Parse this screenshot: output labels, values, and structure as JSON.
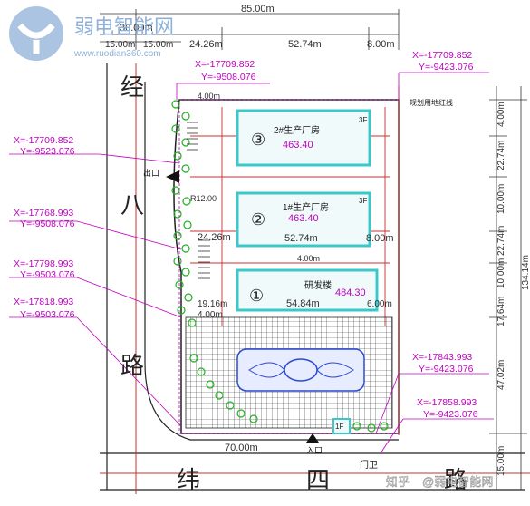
{
  "watermark": {
    "brand": "弱电智能网",
    "url": "www.ruodian360.com",
    "footer_platform": "知乎",
    "footer_author": "@弱电智能网"
  },
  "dimensions": {
    "top_total": "85.00m",
    "top_left_road": "30.00m",
    "top_left_a": "15.00m",
    "top_left_b": "15.00m",
    "top_a": "24.26m",
    "top_b": "52.74m",
    "top_c": "8.00m",
    "gap_4m_top": "4.00m",
    "b2_left": "24.26m",
    "b2_width": "52.74m",
    "b2_right": "8.00m",
    "gap_4m_mid": "4.00m",
    "b1_left": "19.16m",
    "b1_left2": "4.00m",
    "b1_width": "54.84m",
    "b1_right": "6.00m",
    "bottom_width": "70.00m",
    "right_total": "134.14m",
    "right_a": "4.00m",
    "right_b": "22.74m",
    "right_c": "10.00m",
    "right_d": "22.74m",
    "right_e": "10.00m",
    "right_f": "17.64m",
    "right_g": "47.02m",
    "right_h": "15.00m",
    "radius": "R12.00"
  },
  "coordinates": [
    {
      "x": "X=-17709.852",
      "y": "Y=-9508.076"
    },
    {
      "x": "X=-17709.852",
      "y": "Y=-9423.076"
    },
    {
      "x": "X=-17709.852",
      "y": "Y=-9523.076"
    },
    {
      "x": "X=-17768.993",
      "y": "Y=-9508.076"
    },
    {
      "x": "X=-17798.993",
      "y": "Y=-9503.076"
    },
    {
      "x": "X=-17818.993",
      "y": "Y=-9503.076"
    },
    {
      "x": "X=-17843.993",
      "y": "Y=-9423.076"
    },
    {
      "x": "X=-17858.993",
      "y": "Y=-9423.076"
    }
  ],
  "buildings": {
    "b3": {
      "number": "③",
      "name": "2#生产厂房",
      "elevation": "463.40",
      "floors": "3F"
    },
    "b2": {
      "number": "②",
      "name": "1#生产厂房",
      "elevation": "463.40",
      "floors": "3F"
    },
    "b1": {
      "number": "①",
      "name": "研发楼",
      "elevation": "484.30"
    },
    "guard": {
      "name": "门卫",
      "floors": "1F"
    }
  },
  "labels": {
    "road_west": [
      "经",
      "八",
      "路"
    ],
    "road_south": [
      "纬",
      "四",
      "路"
    ],
    "exit": "出口",
    "entrance": "入口",
    "boundary": "规划用地红线"
  }
}
